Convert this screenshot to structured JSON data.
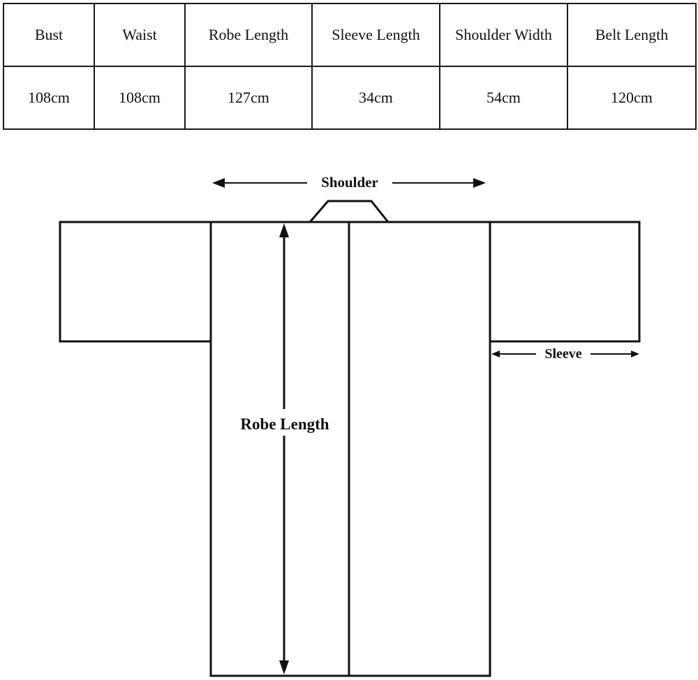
{
  "size_table": {
    "headers": [
      "Bust",
      "Waist",
      "Robe Length",
      "Sleeve Length",
      "Shoulder Width",
      "Belt Length"
    ],
    "values": [
      "108cm",
      "108cm",
      "127cm",
      "34cm",
      "54cm",
      "120cm"
    ]
  },
  "diagram": {
    "shoulder_label": "Shoulder",
    "sleeve_label": "Sleeve",
    "robe_length_label": "Robe Length"
  }
}
